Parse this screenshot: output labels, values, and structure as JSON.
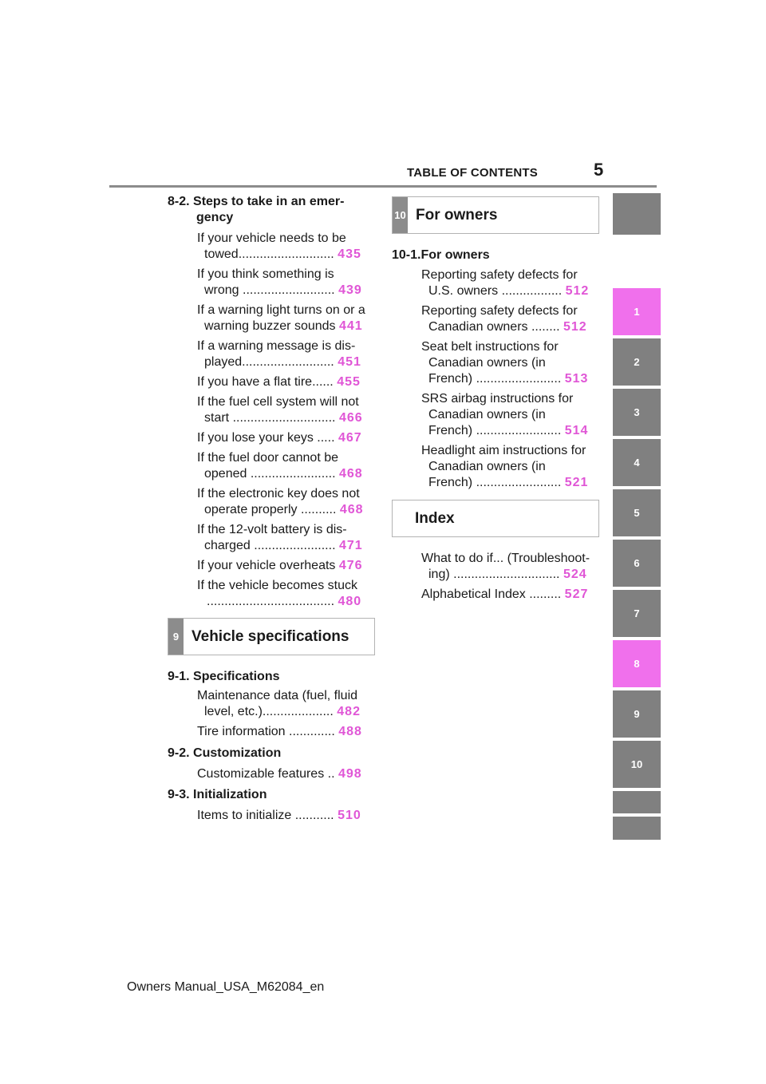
{
  "header": {
    "title": "TABLE OF CONTENTS",
    "page_number": "5"
  },
  "left_column": {
    "s82": {
      "label_1": "8-2.  Steps to take in an emer-",
      "label_2": "gency",
      "entries": [
        {
          "l1": "If your vehicle needs to be",
          "l2": "towed...........................",
          "page": "435"
        },
        {
          "l1": "If you think something is",
          "l2": "wrong ..........................",
          "page": "439"
        },
        {
          "l1": "If a warning light turns on or a",
          "l2": "warning buzzer sounds",
          "page": "441"
        },
        {
          "l1": "If a warning message is dis-",
          "l2": "played..........................",
          "page": "451"
        },
        {
          "l1": "If you have a flat tire......",
          "l2": "",
          "page": "455"
        },
        {
          "l1": "If the fuel cell system will not",
          "l2": "start .............................",
          "page": "466"
        },
        {
          "l1": "If you lose your keys .....",
          "l2": "",
          "page": "467"
        },
        {
          "l1": "If the fuel door cannot be",
          "l2": "opened ........................",
          "page": "468"
        },
        {
          "l1": "If the electronic key does not",
          "l2": "operate properly ..........",
          "page": "468"
        },
        {
          "l1": "If the 12-volt battery is dis-",
          "l2": "charged .......................",
          "page": "471"
        },
        {
          "l1": "If your vehicle overheats",
          "l2": "",
          "page": "476"
        },
        {
          "l1": "If the vehicle becomes stuck",
          "l2": "....................................",
          "page": "480"
        }
      ]
    },
    "box9": {
      "number": "9",
      "title": "Vehicle specifications"
    },
    "s91": {
      "label": "9-1.  Specifications",
      "entries": [
        {
          "l1": "Maintenance data (fuel, fluid",
          "l2": "level, etc.)....................",
          "page": "482"
        },
        {
          "l1": "Tire information .............",
          "l2": "",
          "page": "488"
        }
      ]
    },
    "s92": {
      "label": "9-2.  Customization",
      "entry": {
        "l1": "Customizable features ..",
        "page": "498"
      }
    },
    "s93": {
      "label": "9-3.  Initialization",
      "entry": {
        "l1": "Items to initialize ...........",
        "page": "510"
      }
    }
  },
  "right_column": {
    "box10": {
      "number": "10",
      "title": "For owners"
    },
    "s101": {
      "label": "10-1.For owners",
      "entries": [
        {
          "l1": "Reporting safety defects for",
          "l2": "U.S. owners .................",
          "l3": "",
          "page": "512"
        },
        {
          "l1": "Reporting safety defects for",
          "l2": "Canadian owners ........",
          "l3": "",
          "page": "512"
        },
        {
          "l1": "Seat belt instructions for",
          "l2": "Canadian owners (in",
          "l3": "French) ........................",
          "page": "513"
        },
        {
          "l1": "SRS airbag instructions for",
          "l2": "Canadian owners (in",
          "l3": "French) ........................",
          "page": "514"
        },
        {
          "l1": "Headlight aim instructions for",
          "l2": "Canadian owners (in",
          "l3": "French) ........................",
          "page": "521"
        }
      ]
    },
    "box_index": {
      "title": "Index"
    },
    "index_entries": [
      {
        "l1": "What to do if... (Troubleshoot-",
        "l2": "ing) ..............................",
        "page": "524"
      },
      {
        "l1": "Alphabetical Index .........",
        "l2": "",
        "page": "527"
      }
    ]
  },
  "side_tabs": [
    "1",
    "2",
    "3",
    "4",
    "5",
    "6",
    "7",
    "8",
    "9",
    "10"
  ],
  "colors": {
    "page_ref": "#e056d6",
    "tab_gray": "#808080",
    "tab_active": "#f070ec"
  },
  "footer": {
    "text": "Owners Manual_USA_M62084_en"
  }
}
